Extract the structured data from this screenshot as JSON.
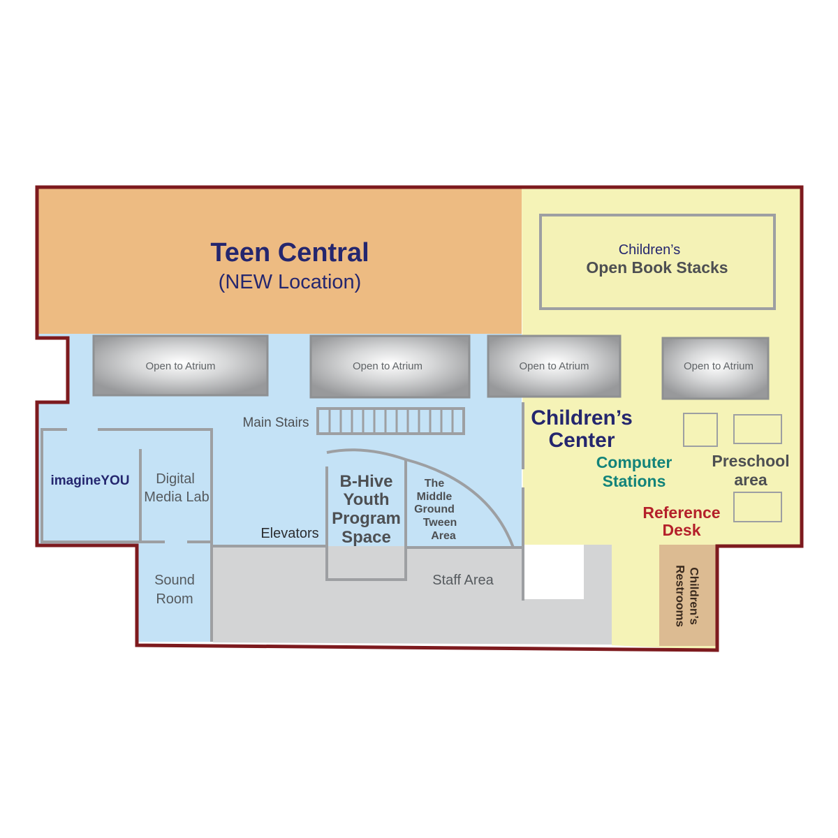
{
  "map": {
    "teen_central": {
      "title": "Teen Central",
      "subtitle": "(NEW Location)"
    },
    "open_book_stacks": {
      "line1": "Children’s",
      "line2": "Open Book Stacks"
    },
    "atrium": [
      "Open to Atrium",
      "Open to Atrium",
      "Open to Atrium",
      "Open to Atrium"
    ],
    "main_stairs": "Main Stairs",
    "childrens_center": {
      "line1": "Children’s",
      "line2": "Center"
    },
    "computer_stations": {
      "line1": "Computer",
      "line2": "Stations"
    },
    "preschool": {
      "line1": "Preschool",
      "line2": "area"
    },
    "reference_desk": {
      "line1": "Reference",
      "line2": "Desk"
    },
    "restrooms": {
      "line1": "Children’s",
      "line2": "Restrooms"
    },
    "imagineyou": "imagineYOU",
    "digital_media_lab": {
      "line1": "Digital",
      "line2": "Media Lab"
    },
    "bhive": {
      "line1": "B-Hive",
      "line2": "Youth",
      "line3": "Program",
      "line4": "Space"
    },
    "middle_ground": {
      "line1": "The",
      "line2": "Middle",
      "line3": "Ground",
      "line4": "Tween",
      "line5": "Area"
    },
    "elevators": "Elevators",
    "staff_area": "Staff Area",
    "sound_room": {
      "line1": "Sound",
      "line2": "Room"
    }
  },
  "colors": {
    "outline": "#7d1a1e",
    "teen": "#edbb82",
    "children": "#f5f3b7",
    "blue": "#c4e2f6",
    "staff": "#d3d4d5",
    "restroom": "#dcbb92",
    "wall": "#9d9fa2",
    "navy": "#24266e",
    "teal": "#12837a",
    "red": "#b4202a"
  }
}
